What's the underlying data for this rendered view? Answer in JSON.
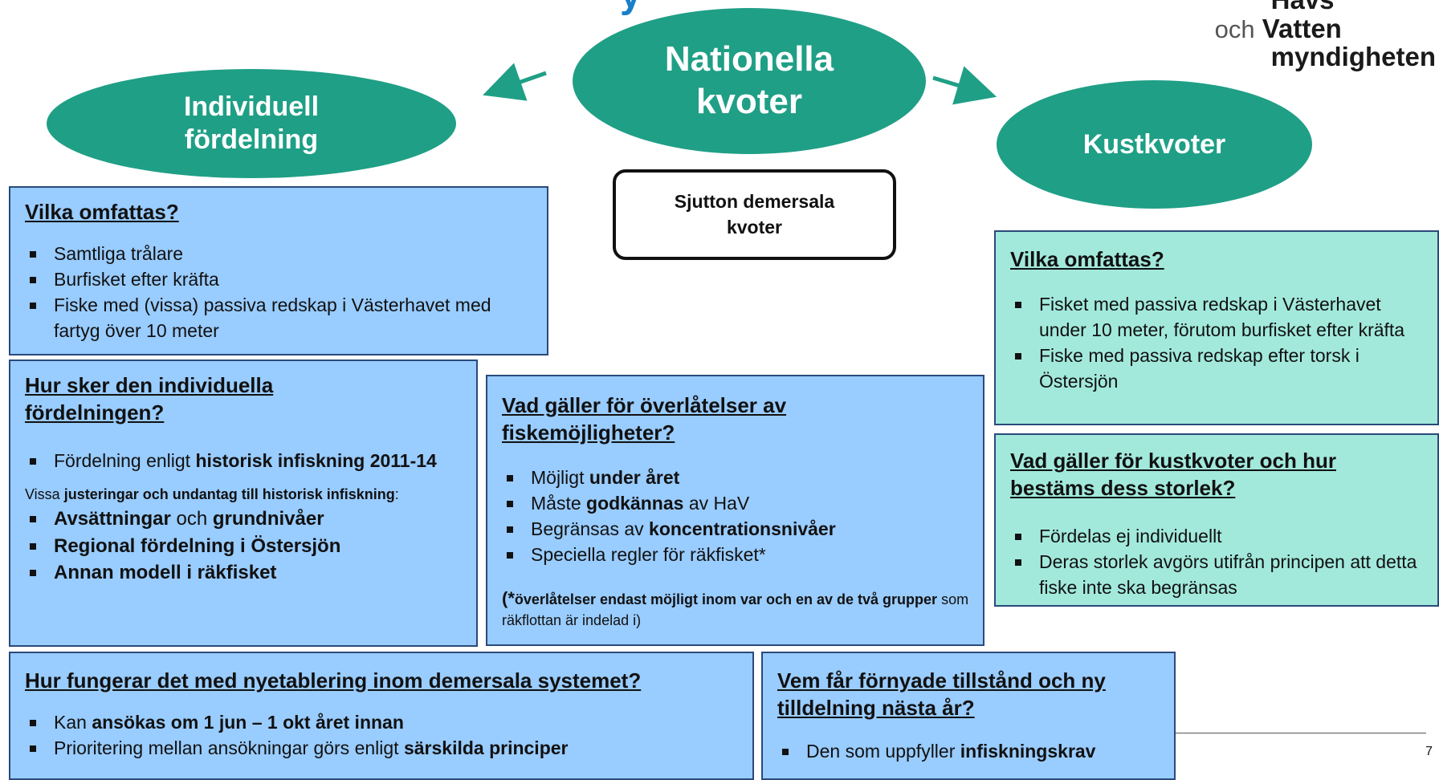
{
  "title_fragment": "y",
  "logo": {
    "line1": "Havs",
    "och": "och",
    "line2": "Vatten",
    "line3": "myndigheten"
  },
  "center_ellipse": {
    "line1": "Nationella",
    "line2": "kvoter"
  },
  "left_ellipse": {
    "line1": "Individuell",
    "line2": "fördelning"
  },
  "right_ellipse": {
    "label": "Kustkvoter"
  },
  "center_box": {
    "line1": "Sjutton demersala",
    "line2": "kvoter"
  },
  "box_vilka_left": {
    "heading": "Vilka omfattas?",
    "items": [
      "Samtliga trålare",
      "Burfisket efter kräfta",
      "Fiske med (vissa) passiva redskap i Västerhavet med fartyg över 10 meter"
    ]
  },
  "box_hur_sker": {
    "heading_l1": "Hur sker den individuella",
    "heading_l2": "fördelningen?",
    "item1_pre": "Fördelning enligt ",
    "item1_bold": "historisk infiskning 2011-14",
    "note_pre": "Vissa ",
    "note_bold1": "justeringar och undantag  till historisk infiskning",
    "note_post": ":",
    "sub1_a": "Avsättningar",
    "sub1_mid": " och ",
    "sub1_b": "grundnivåer",
    "sub2": "Regional fördelning i Östersjön",
    "sub3": "Annan modell i räkfisket"
  },
  "box_overlatelser": {
    "heading_l1": "Vad gäller för överlåtelser av",
    "heading_l2": "fiskemöjligheter?",
    "i1_pre": "Möjligt ",
    "i1_bold": "under året",
    "i2_pre": "Måste ",
    "i2_bold": "godkännas",
    "i2_post": " av HaV",
    "i3_pre": "Begränsas av ",
    "i3_bold": "koncentrationsnivåer",
    "i4": "Speciella regler för räkfisket*",
    "foot_star": "(*",
    "foot_bold": "överlåtelser endast möjligt inom var och en av de två grupper",
    "foot_post": " som räkflottan är indelad i)"
  },
  "box_vilka_right": {
    "heading": "Vilka omfattas?",
    "items": [
      "Fisket med passiva redskap i Västerhavet under 10 meter, förutom burfisket efter kräfta",
      "Fiske med passiva redskap efter torsk i Östersjön"
    ]
  },
  "box_kustkvoter": {
    "heading_l1": "Vad gäller för kustkvoter och hur",
    "heading_l2": "bestäms dess storlek?",
    "items": [
      "Fördelas ej individuellt",
      "Deras storlek avgörs utifrån principen att detta fiske inte ska begränsas"
    ]
  },
  "box_nyetablering": {
    "heading": "Hur fungerar det med nyetablering inom demersala systemet?",
    "i1_pre": "Kan ",
    "i1_bold": "ansökas om 1 jun – 1 okt året innan",
    "i2_pre": "Prioritering mellan ansökningar görs enligt ",
    "i2_bold": "särskilda principer"
  },
  "box_fornyade": {
    "heading_l1": "Vem får förnyade tillstånd och ny",
    "heading_l2": "tilldelning nästa år?",
    "i1_pre": "Den som uppfyller ",
    "i1_bold": "infiskningskrav"
  },
  "page_number": "7",
  "colors": {
    "ellipse": "#1f9f86",
    "box_blue": "#99ccff",
    "box_teal": "#a2e9dc",
    "border": "#2a4a7a",
    "title": "#1a7fc9"
  }
}
